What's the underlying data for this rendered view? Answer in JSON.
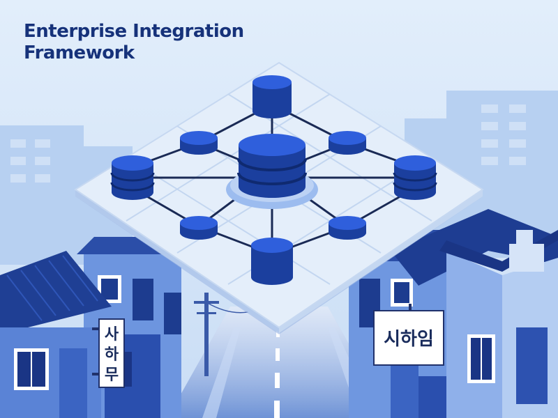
{
  "title": {
    "line1": "Enterprise Integration",
    "line2": "Framework"
  },
  "signs": {
    "left": [
      "사",
      "하",
      "무"
    ],
    "right": "시하임"
  },
  "colors": {
    "background": "#dbe9f8",
    "title": "#16327a",
    "node_top": "#2f5fdc",
    "node_side": "#1b3f9e",
    "platform": "#e3eefa",
    "connector": "#1a2a55",
    "building_dark": "#1d3c8f",
    "building_mid": "#4d7ad8",
    "building_light": "#9fbdf0"
  },
  "diagram": {
    "hub": "database-hub",
    "nodes": [
      "top-database",
      "upper-left-node",
      "upper-right-node",
      "left-database",
      "right-database",
      "lower-left-node",
      "lower-right-node",
      "bottom-database"
    ]
  }
}
